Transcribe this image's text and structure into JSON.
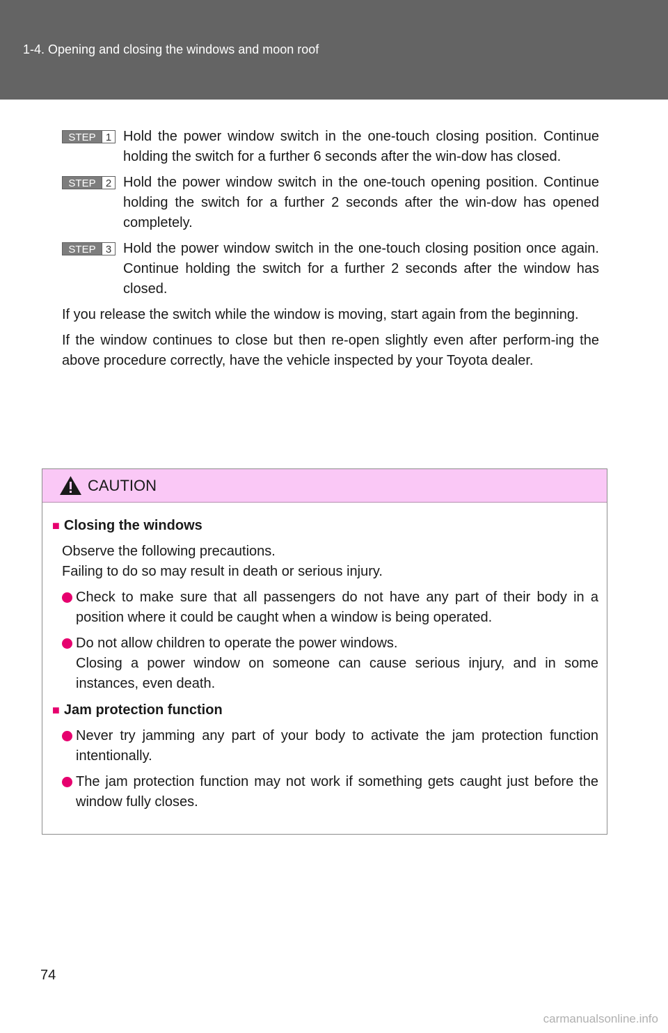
{
  "header": {
    "section_title": "1-4. Opening and closing the windows and moon roof"
  },
  "steps": [
    {
      "label": "STEP",
      "number": "1",
      "text": "Hold the power window switch in the one-touch closing position. Continue holding the switch for a further 6 seconds after the win-dow has closed."
    },
    {
      "label": "STEP",
      "number": "2",
      "text": "Hold the power window switch in the one-touch opening position. Continue holding the switch for a further 2 seconds after the win-dow has opened completely."
    },
    {
      "label": "STEP",
      "number": "3",
      "text": "Hold the power window switch in the one-touch closing position once again. Continue holding the switch for a further 2 seconds after the window has closed."
    }
  ],
  "paragraphs": [
    "If you release the switch while the window is moving, start again from the beginning.",
    "If the window continues to close but then re-open slightly even after perform-ing the above procedure correctly, have the vehicle inspected by your Toyota dealer."
  ],
  "caution": {
    "title": "CAUTION",
    "sections": [
      {
        "heading": "Closing the windows",
        "intro_line1": "Observe the following precautions.",
        "intro_line2": "Failing to do so may result in death or serious injury.",
        "bullets": [
          {
            "line1": "Check to make sure that all passengers do not have any part of their body in a position where it could be caught when a window is being operated.",
            "line2": ""
          },
          {
            "line1": "Do not allow children to operate the power windows.",
            "line2": "Closing a power window on someone can cause serious injury, and in some instances, even death."
          }
        ]
      },
      {
        "heading": "Jam protection function",
        "bullets": [
          {
            "line1": "Never try jamming any part of your body to activate the jam protection function intentionally."
          },
          {
            "line1": "The jam protection function may not work if something gets caught just before the window fully closes."
          }
        ]
      }
    ]
  },
  "page_number": "74",
  "watermark": "carmanualsonline.info",
  "colors": {
    "header_bg": "#646464",
    "caution_bg": "#fac8f6",
    "accent": "#e6006e"
  }
}
